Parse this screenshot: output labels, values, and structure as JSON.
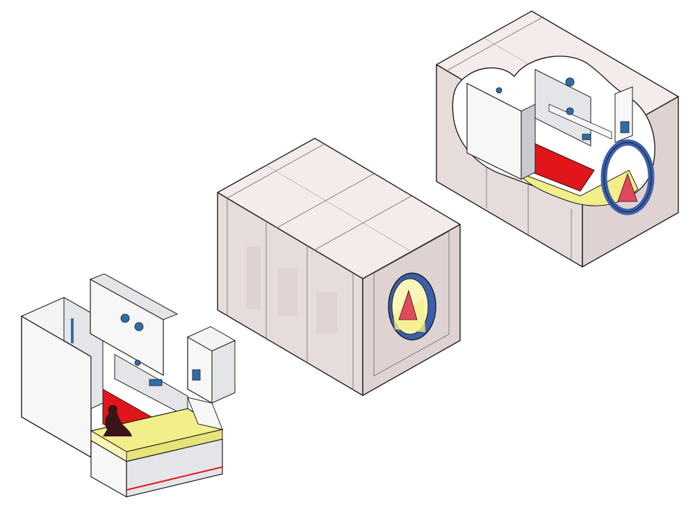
{
  "figure": {
    "views": [
      {
        "id": "interior-cutaway",
        "name": "interior-view"
      },
      {
        "id": "closed-pod",
        "name": "exterior-closed-view"
      },
      {
        "id": "sectioned-pod",
        "name": "exterior-sectioned-view"
      }
    ]
  },
  "colors": {
    "background": "#ffffff",
    "shell_top": "#f4eceb",
    "shell_left": "#e6dcdb",
    "shell_right": "#ded3d2",
    "shell_shadow": "#d2c6c5",
    "wall_white": "#f7f7f8",
    "wall_light_gray": "#e4e5e8",
    "wall_mid_gray": "#c9cbd0",
    "outline": "#1f1a1c",
    "floor_red": "#e0161b",
    "floor_red_dark": "#b40f14",
    "mattress_yellow": "#f2ef8a",
    "mattress_yellow_light": "#f8f6b8",
    "fixture_blue": "#2d6ea8",
    "fixture_blue_light": "#5b9ad2",
    "porthole_ring": "#3a5fae",
    "lamp_pink": "#e2495e",
    "silhouette": "#3a1418"
  }
}
